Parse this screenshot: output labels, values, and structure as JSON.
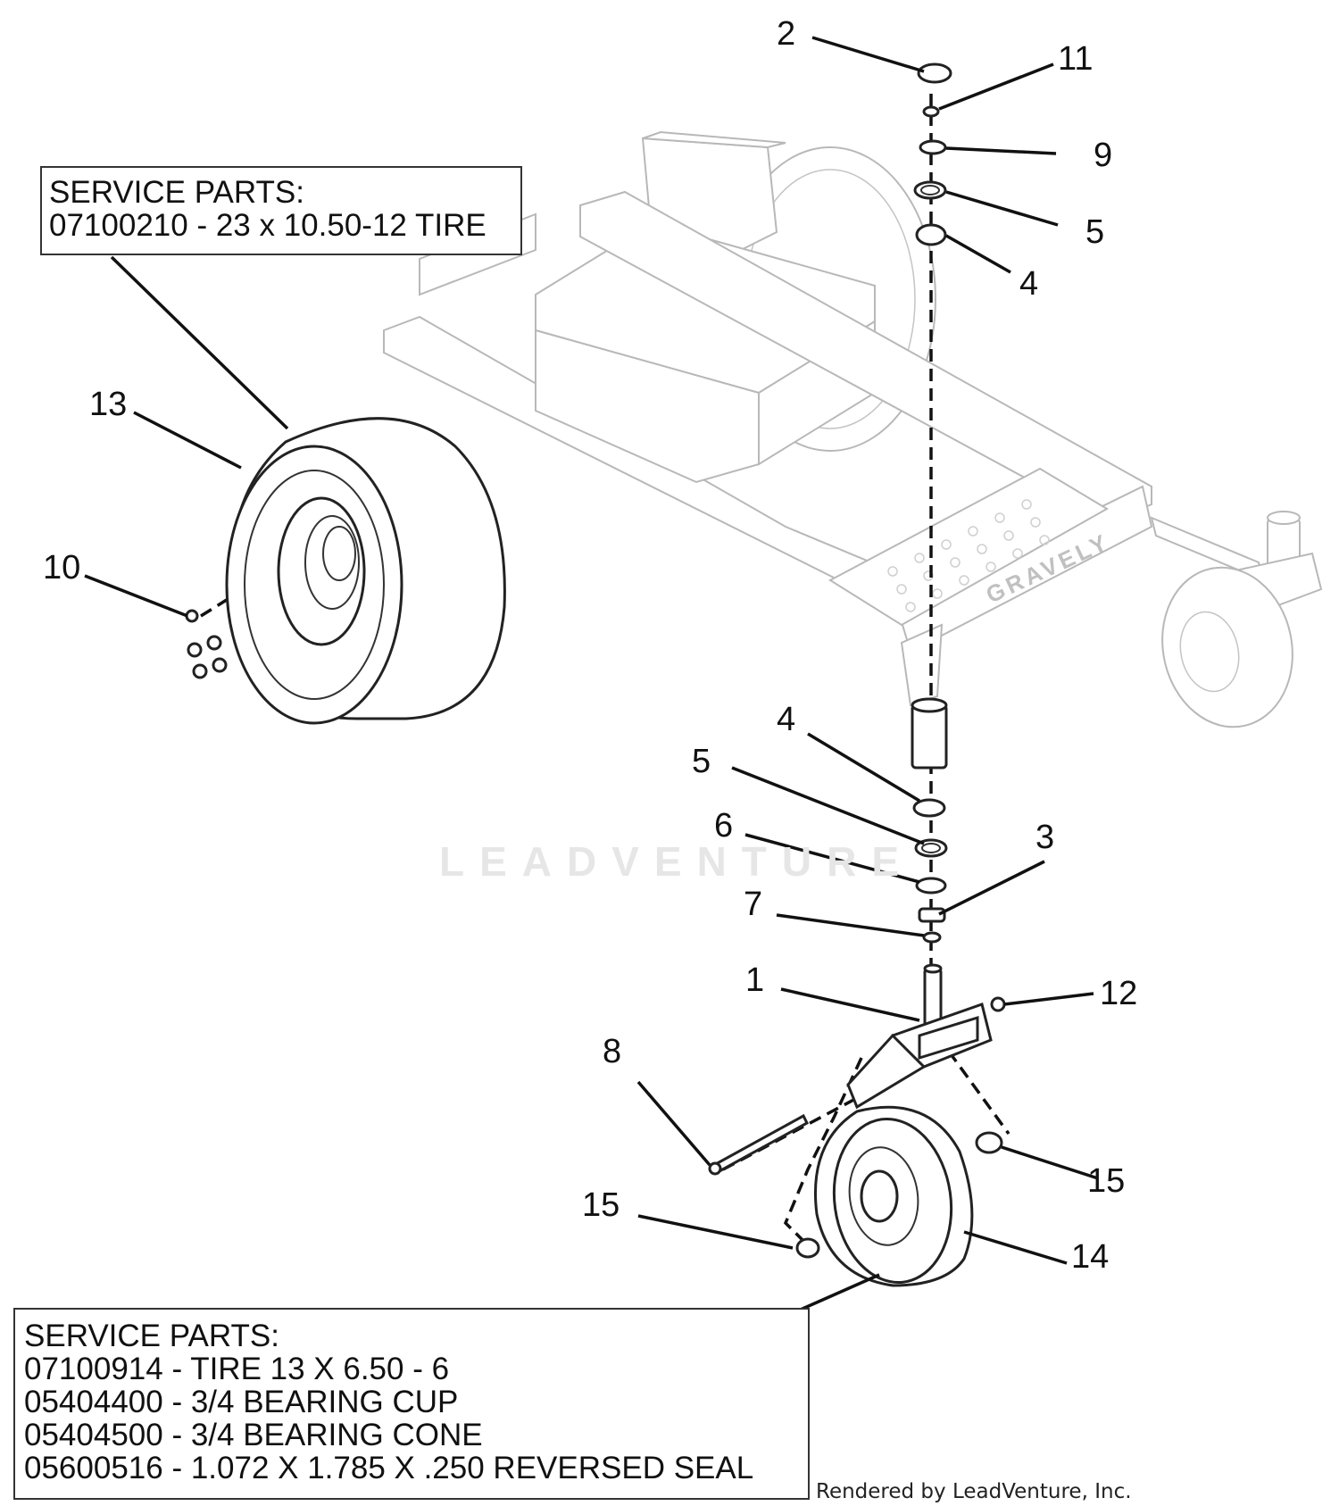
{
  "callouts": [
    {
      "id": "c-2",
      "label": "2"
    },
    {
      "id": "c-11",
      "label": "11"
    },
    {
      "id": "c-9",
      "label": "9"
    },
    {
      "id": "c-5a",
      "label": "5"
    },
    {
      "id": "c-4a",
      "label": "4"
    },
    {
      "id": "c-13",
      "label": "13"
    },
    {
      "id": "c-10",
      "label": "10"
    },
    {
      "id": "c-4b",
      "label": "4"
    },
    {
      "id": "c-5b",
      "label": "5"
    },
    {
      "id": "c-6",
      "label": "6"
    },
    {
      "id": "c-3",
      "label": "3"
    },
    {
      "id": "c-7",
      "label": "7"
    },
    {
      "id": "c-1",
      "label": "1"
    },
    {
      "id": "c-12",
      "label": "12"
    },
    {
      "id": "c-8",
      "label": "8"
    },
    {
      "id": "c-15a",
      "label": "15"
    },
    {
      "id": "c-15b",
      "label": "15"
    },
    {
      "id": "c-14",
      "label": "14"
    }
  ],
  "service_parts_top": {
    "heading": "SERVICE PARTS:",
    "items": [
      "07100210 - 23 x 10.50-12 TIRE"
    ]
  },
  "service_parts_bottom": {
    "heading": "SERVICE PARTS:",
    "items": [
      "07100914 - TIRE 13 X 6.50 - 6",
      "05404400 - 3/4 BEARING CUP",
      "05404500 - 3/4 BEARING CONE",
      "05600516 - 1.072 X 1.785 X .250 REVERSED SEAL"
    ]
  },
  "frame_brand": "GRAVELY",
  "watermark": "LEADVENTURE",
  "footer": "Rendered by LeadVenture, Inc."
}
